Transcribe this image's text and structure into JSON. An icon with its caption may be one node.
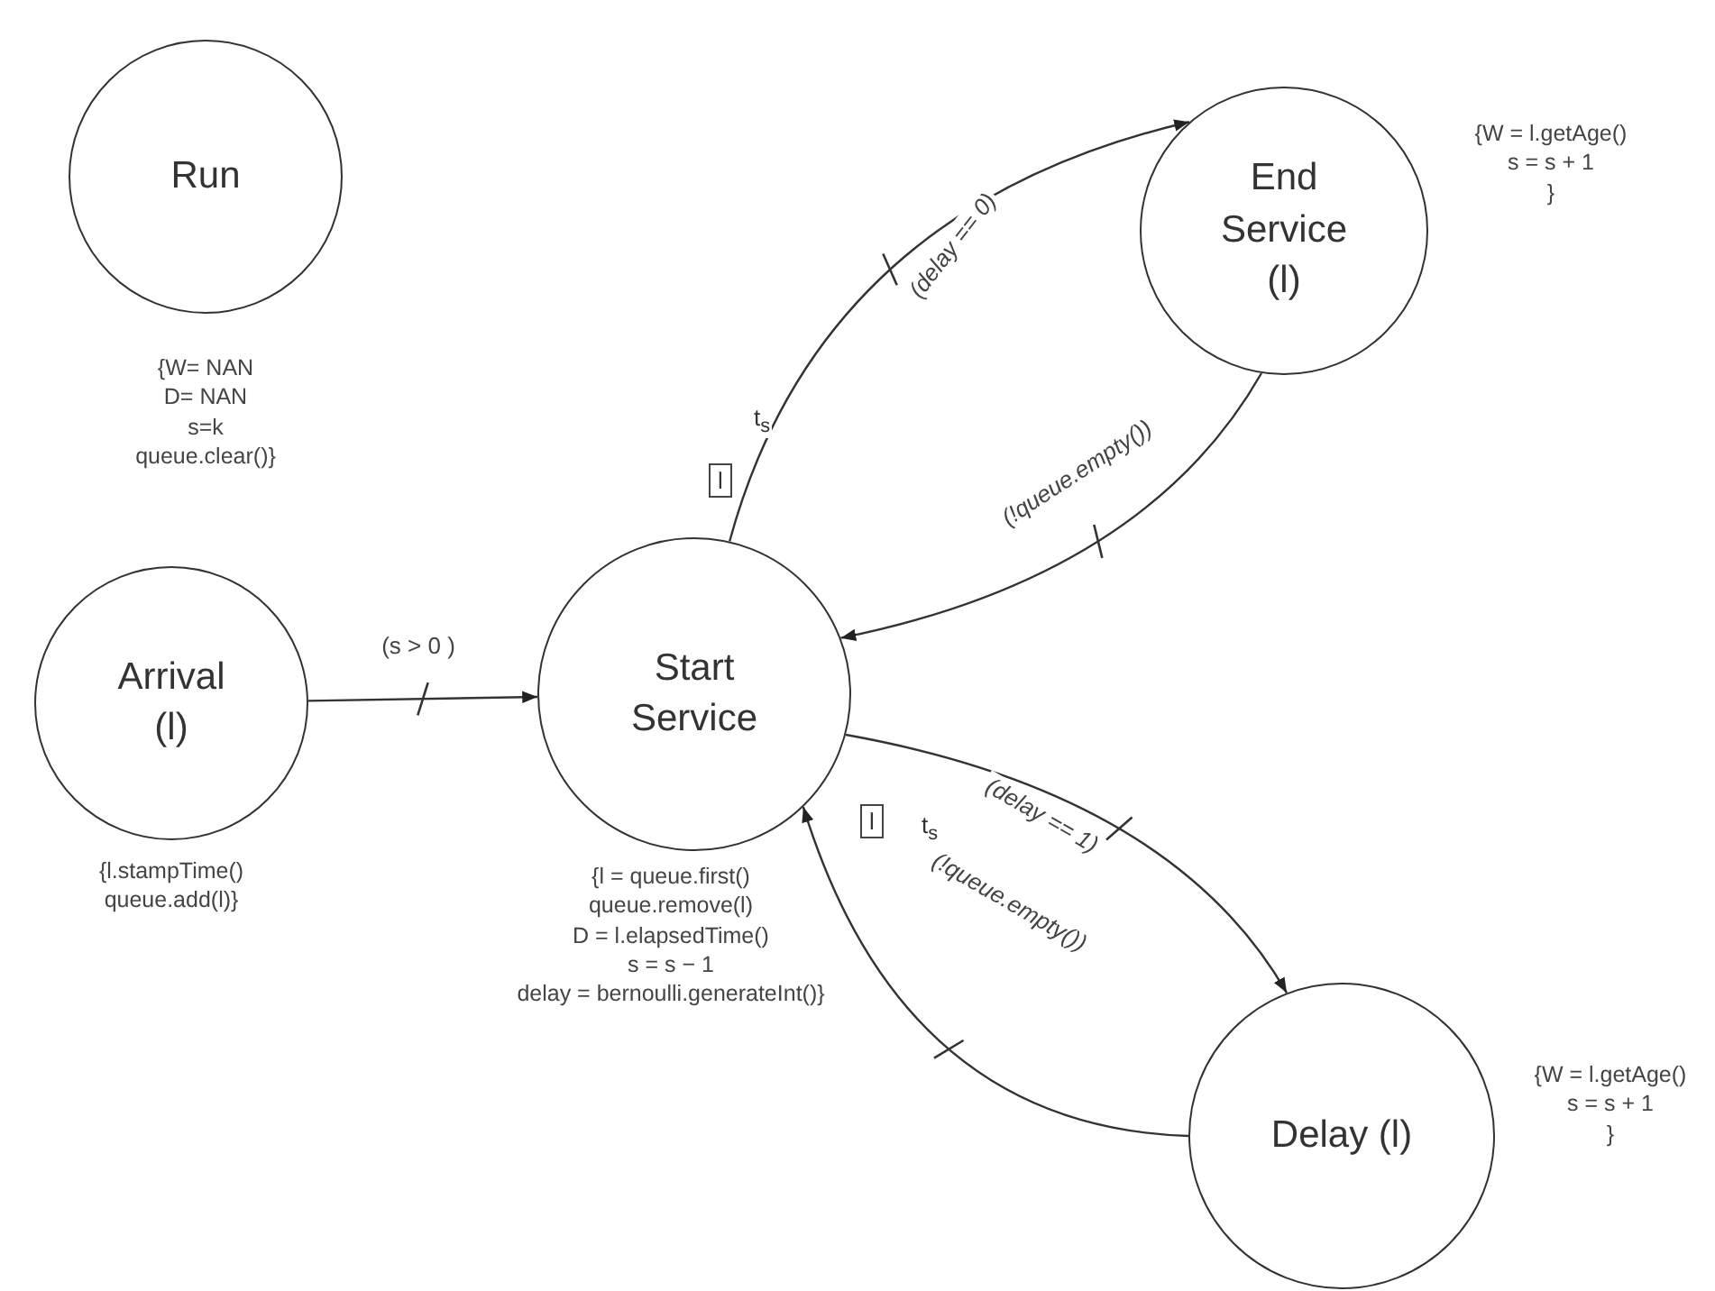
{
  "diagram": {
    "nodes": [
      {
        "text": [
          "Run"
        ],
        "beside": [
          "{W= NAN",
          "D= NAN",
          "s=k",
          "queue.clear()}"
        ]
      },
      {
        "text": [
          "Arrival (l)"
        ],
        "beside": [
          "{l.stampTime()",
          "queue.add(l)}"
        ]
      },
      {
        "text": [
          "Start Service"
        ],
        "beside": [
          "{l = queue.first()",
          "queue.remove(l)",
          "D = l.elapsedTime()",
          "s = s − 1",
          "delay = bernoulli.generateInt()}"
        ]
      },
      {
        "text": [
          "End Service (l)"
        ],
        "beside": [
          "{W = l.getAge()",
          "s = s + 1",
          "}"
        ]
      },
      {
        "text": [
          "Delay (l)"
        ],
        "beside": [
          "{W = l.getAge()",
          "s = s + 1",
          "}"
        ]
      }
    ],
    "edges": [
      {
        "from": 1,
        "to": 2,
        "arrow": "to",
        "label": "(s > 0 )"
      },
      {
        "from": 2,
        "to": 3,
        "arrow": "to",
        "label": "(delay == 0)"
      },
      {
        "from": 3,
        "to": 2,
        "arrow": "to",
        "label": "(!queue.empty())"
      },
      {
        "from": 2,
        "to": 4,
        "arrow": "to",
        "label": "(delay == 1)"
      },
      {
        "from": 4,
        "to": 2,
        "arrow": "to",
        "label": "(!queue.empty())"
      }
    ],
    "labels": [
      "t$_{s}$",
      "l",
      "l",
      "t$_{s}$"
    ]
  }
}
